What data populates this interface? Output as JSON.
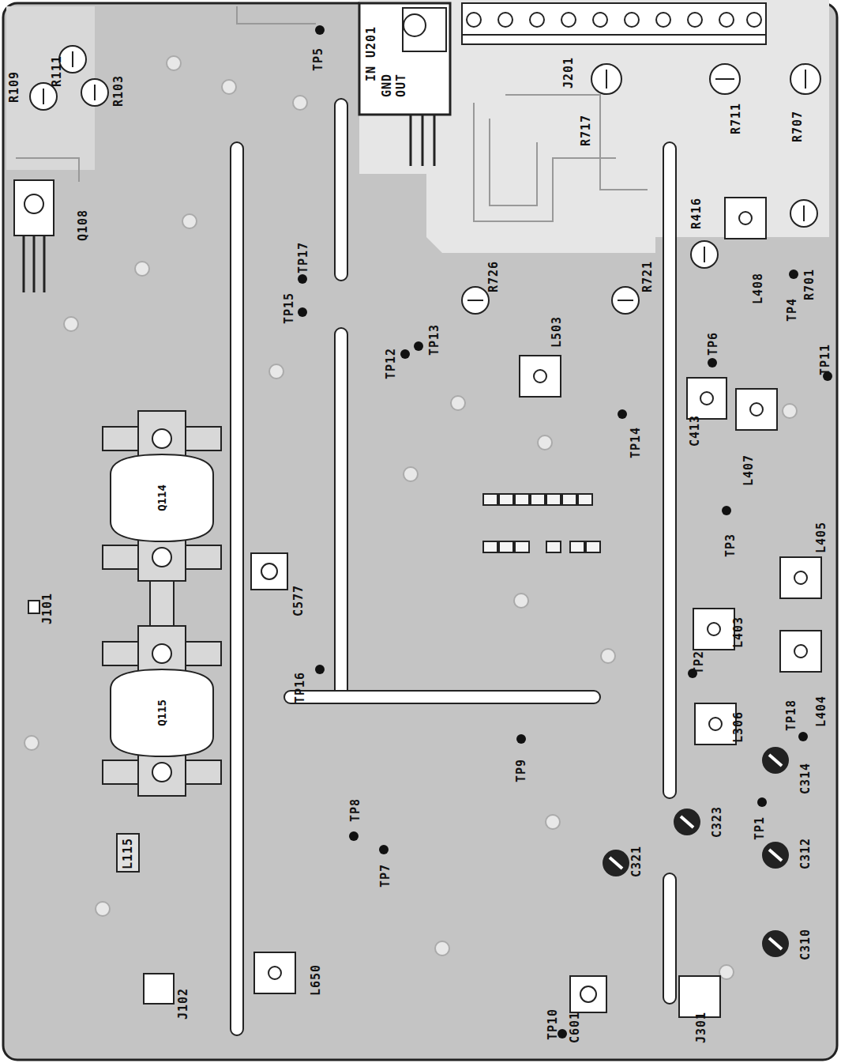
{
  "diagram": {
    "nodes": [
      {
        "text": [
          "Q114"
        ]
      },
      {
        "text": [
          "Q115"
        ]
      }
    ],
    "labels": [
      "R111",
      "R109",
      "R103",
      "Q108",
      "TP5",
      "IN U201",
      "GND",
      "OUT",
      "J201",
      "R717",
      "R711",
      "R707",
      "R416",
      "L408",
      "R701",
      "TP4",
      "TP11",
      "TP6",
      "C413",
      "L407",
      "TP3",
      "L405",
      "L403",
      "L404",
      "TP2",
      "L306",
      "TP18",
      "C314",
      "TP1",
      "C312",
      "C323",
      "C321",
      "C310",
      "TP17",
      "TP15",
      "TP12",
      "TP13",
      "R726",
      "R721",
      "L503",
      "TP14",
      "C577",
      "J101",
      "TP16",
      "TP9",
      "TP8",
      "TP7",
      "L115",
      "L650",
      "J102",
      "TP10",
      "C601",
      "J301"
    ]
  }
}
